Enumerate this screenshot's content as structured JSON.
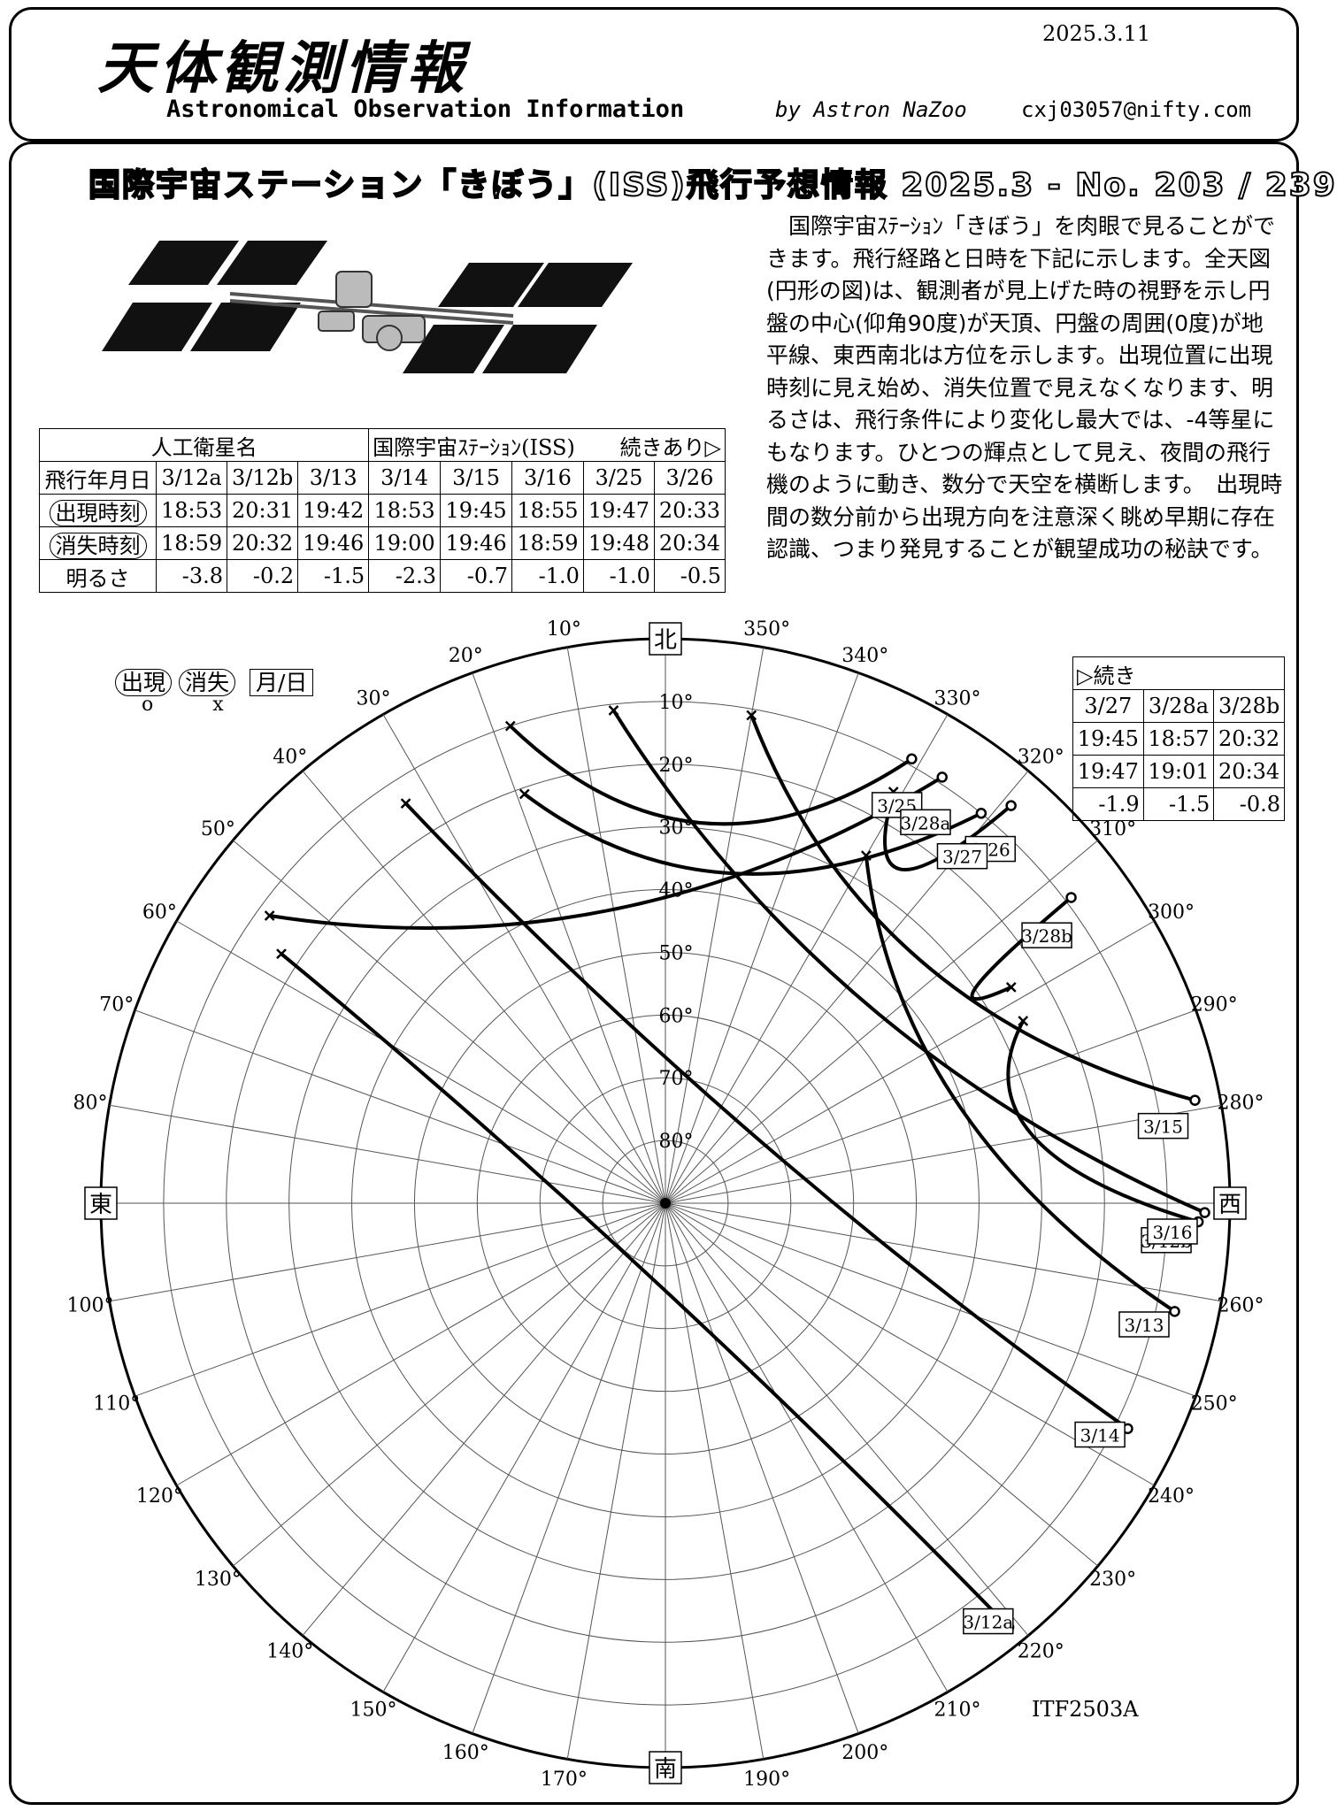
{
  "header": {
    "jp_title": "天体観測情報",
    "en_title": "Astronomical Observation Information",
    "date": "2025.3.11",
    "author": "by Astron NaZoo",
    "email": "cxj03057@nifty.com"
  },
  "headline": "国際宇宙ステーション「きぼう」(ISS)飛行予想情報 2025.3 - No. 203 / 239",
  "description": "国際宇宙ｽﾃｰｼｮﾝ「きぼう」を肉眼で見ることができます。飛行経路と日時を下記に示します。全天図(円形の図)は、観測者が見上げた時の視野を示し円盤の中心(仰角90度)が天頂、円盤の周囲(0度)が地平線、東西南北は方位を示します。出現位置に出現時刻に見え始め、消失位置で見えなくなります、明るさは、飛行条件により変化し最大では、-4等星にもなります。ひとつの輝点として見え、夜間の飛行機のように動き、数分で天空を横断します。　出現時間の数分前から出現方向を注意深く眺め早期に存在認識、つまり発見することが観望成功の秘訣です。",
  "table": {
    "satellite_label": "人工衛星名",
    "satellite_name": "国際宇宙ｽﾃｰｼｮﾝ(ISS)",
    "continued": "続きあり▷",
    "row_labels": [
      "飛行年月日",
      "出現時刻",
      "消失時刻",
      "明るさ"
    ],
    "dates": [
      "3/12a",
      "3/12b",
      "3/13",
      "3/14",
      "3/15",
      "3/16",
      "3/25",
      "3/26"
    ],
    "appear": [
      "18:53",
      "20:31",
      "19:42",
      "18:53",
      "19:45",
      "18:55",
      "19:47",
      "20:33"
    ],
    "vanish": [
      "18:59",
      "20:32",
      "19:46",
      "19:00",
      "19:46",
      "18:59",
      "19:48",
      "20:34"
    ],
    "magnitude": [
      "-3.8",
      "-0.2",
      "-1.5",
      "-2.3",
      "-0.7",
      "-1.0",
      "-1.0",
      "-0.5"
    ]
  },
  "continuation": {
    "title": "▷続き",
    "dates": [
      "3/27",
      "3/28a",
      "3/28b"
    ],
    "appear": [
      "19:45",
      "18:57",
      "20:32"
    ],
    "vanish": [
      "19:47",
      "19:01",
      "20:34"
    ],
    "magnitude": [
      "-1.9",
      "-1.5",
      "-0.8"
    ]
  },
  "legend": {
    "appear": "出現",
    "vanish": "消失",
    "date": "月/日",
    "appear_mark": "o",
    "vanish_mark": "x"
  },
  "footer_code": "ITF2503A",
  "chart_data": {
    "type": "polar-sky-map",
    "directions": {
      "north": "北",
      "east": "東",
      "south": "南",
      "west": "西"
    },
    "azimuth_labels": [
      10,
      20,
      30,
      40,
      50,
      60,
      70,
      80,
      100,
      110,
      120,
      130,
      140,
      150,
      160,
      170,
      190,
      200,
      210,
      220,
      230,
      240,
      250,
      260,
      280,
      290,
      300,
      310,
      320,
      330,
      340,
      350
    ],
    "altitude_labels": [
      10,
      20,
      30,
      40,
      50,
      60,
      70,
      80
    ],
    "passes": [
      {
        "date": "3/12a",
        "appear": {
          "az": 219,
          "alt": 3
        },
        "vanish": {
          "az": 57,
          "alt": 17
        }
      },
      {
        "date": "3/12b",
        "appear": {
          "az": 268,
          "alt": 5
        },
        "vanish": {
          "az": 297,
          "alt": 26
        }
      },
      {
        "date": "3/13",
        "appear": {
          "az": 258,
          "alt": 7
        },
        "vanish": {
          "az": 330,
          "alt": 26
        }
      },
      {
        "date": "3/14",
        "appear": {
          "az": 244,
          "alt": 8
        },
        "vanish": {
          "az": 33,
          "alt": 14
        }
      },
      {
        "date": "3/15",
        "appear": {
          "az": 281,
          "alt": 4
        },
        "vanish": {
          "az": 350,
          "alt": 11
        }
      },
      {
        "date": "3/16",
        "appear": {
          "az": 269,
          "alt": 4
        },
        "vanish": {
          "az": 6,
          "alt": 11
        }
      },
      {
        "date": "3/25",
        "appear": {
          "az": 331,
          "alt": 9
        },
        "vanish": {
          "az": 18,
          "alt": 10
        }
      },
      {
        "date": "3/26",
        "appear": {
          "az": 319,
          "alt": 6
        },
        "vanish": {
          "az": 331,
          "alt": 15
        }
      },
      {
        "date": "3/27",
        "appear": {
          "az": 321,
          "alt": 10
        },
        "vanish": {
          "az": 19,
          "alt": 21
        }
      },
      {
        "date": "3/28a",
        "appear": {
          "az": 327,
          "alt": 9
        },
        "vanish": {
          "az": 54,
          "alt": 12
        }
      },
      {
        "date": "3/28b",
        "appear": {
          "az": 307,
          "alt": 9
        },
        "vanish": {
          "az": 302,
          "alt": 25
        }
      }
    ]
  }
}
